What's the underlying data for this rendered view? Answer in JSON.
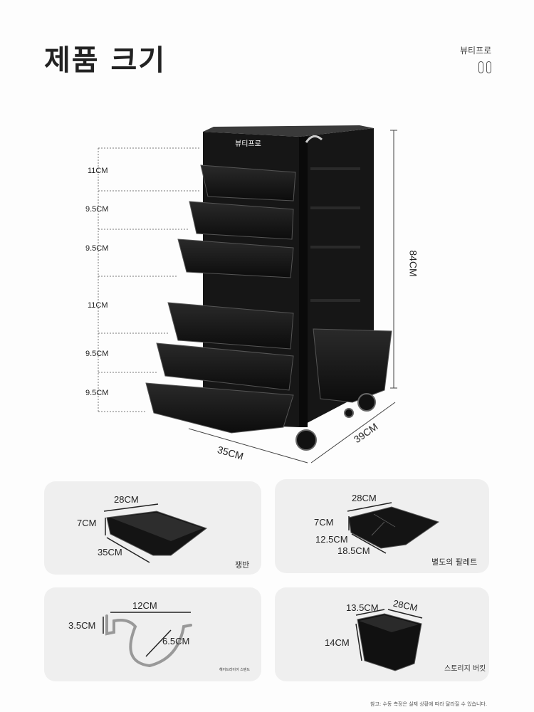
{
  "header": {
    "title": "제품 크기",
    "brand": "뷰티프로"
  },
  "cart": {
    "logo": "뷰티프로",
    "drawer_heights": [
      "11CM",
      "9.5CM",
      "9.5CM",
      "11CM",
      "9.5CM",
      "9.5CM"
    ],
    "height": "84CM",
    "width": "35CM",
    "depth": "39CM"
  },
  "panels": [
    {
      "caption": "쟁반",
      "dims": {
        "width": "28CM",
        "height": "7CM",
        "length": "35CM"
      }
    },
    {
      "caption": "별도의 팔레트",
      "dims": {
        "width": "28CM",
        "height": "7CM",
        "small": "12.5CM",
        "large": "18.5CM"
      }
    },
    {
      "caption": "헤어드라이어 스탠드",
      "dims": {
        "width": "12CM",
        "height": "3.5CM",
        "radius": "6.5CM"
      }
    },
    {
      "caption": "스토리지 버킷",
      "dims": {
        "depth": "13.5CM",
        "width": "28CM",
        "height": "14CM"
      }
    }
  ],
  "footnote": "참고: 수동 측정은 실제 상황에 따라 달라질 수 있습니다."
}
